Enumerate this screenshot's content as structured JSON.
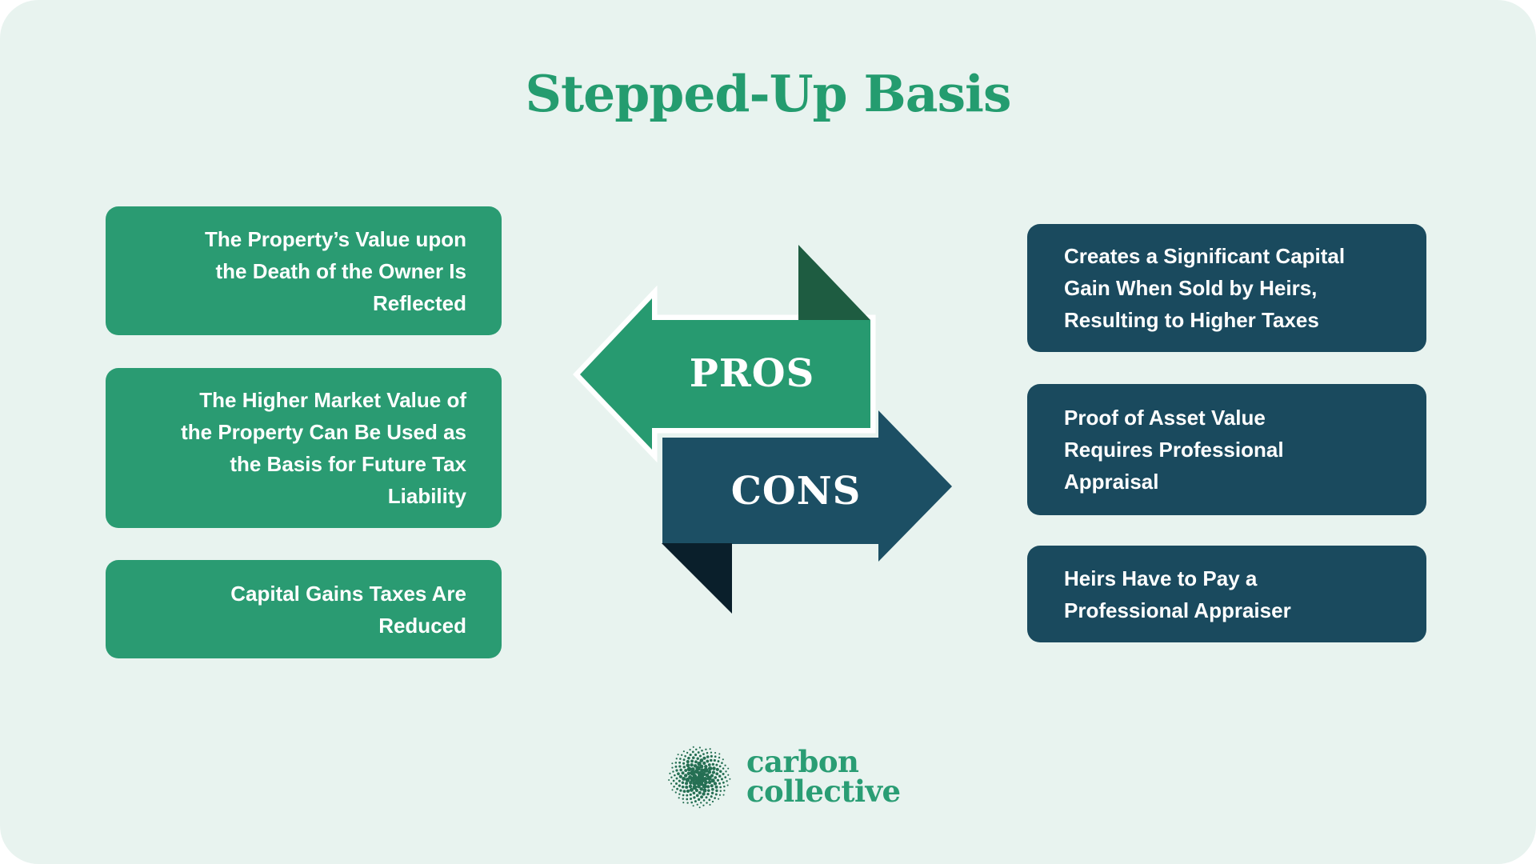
{
  "title": "Stepped-Up Basis",
  "pros": {
    "label": "PROS",
    "items": [
      "The Property’s Value upon\nthe Death of the Owner Is\nReflected",
      "The Higher Market Value of\nthe Property Can Be Used as\nthe Basis for Future Tax\nLiability",
      "Capital Gains Taxes Are\nReduced"
    ]
  },
  "cons": {
    "label": "CONS",
    "items": [
      "Creates a Significant Capital\nGain When Sold by Heirs,\nResulting to Higher Taxes",
      "Proof of Asset Value\nRequires Professional\nAppraisal",
      "Heirs Have to Pay a\nProfessional Appraiser"
    ]
  },
  "brand": {
    "name": "carbon\ncollective"
  },
  "colors": {
    "panel_mint": "#e8f3ef",
    "title_green": "#249c6f",
    "pros_box_green": "#2a9b72",
    "pros_arrow_green": "#279a70",
    "pros_fold_dark_green": "#1e5c41",
    "cons_box_teal": "#1a4a5e",
    "cons_arrow_teal": "#1c4f64",
    "cons_fold_navy": "#0a1f2b",
    "arrow_outline_white": "#ffffff",
    "text_white": "#ffffff",
    "logo_dot_green": "#256f53",
    "logo_text_green": "#2a9d74"
  }
}
